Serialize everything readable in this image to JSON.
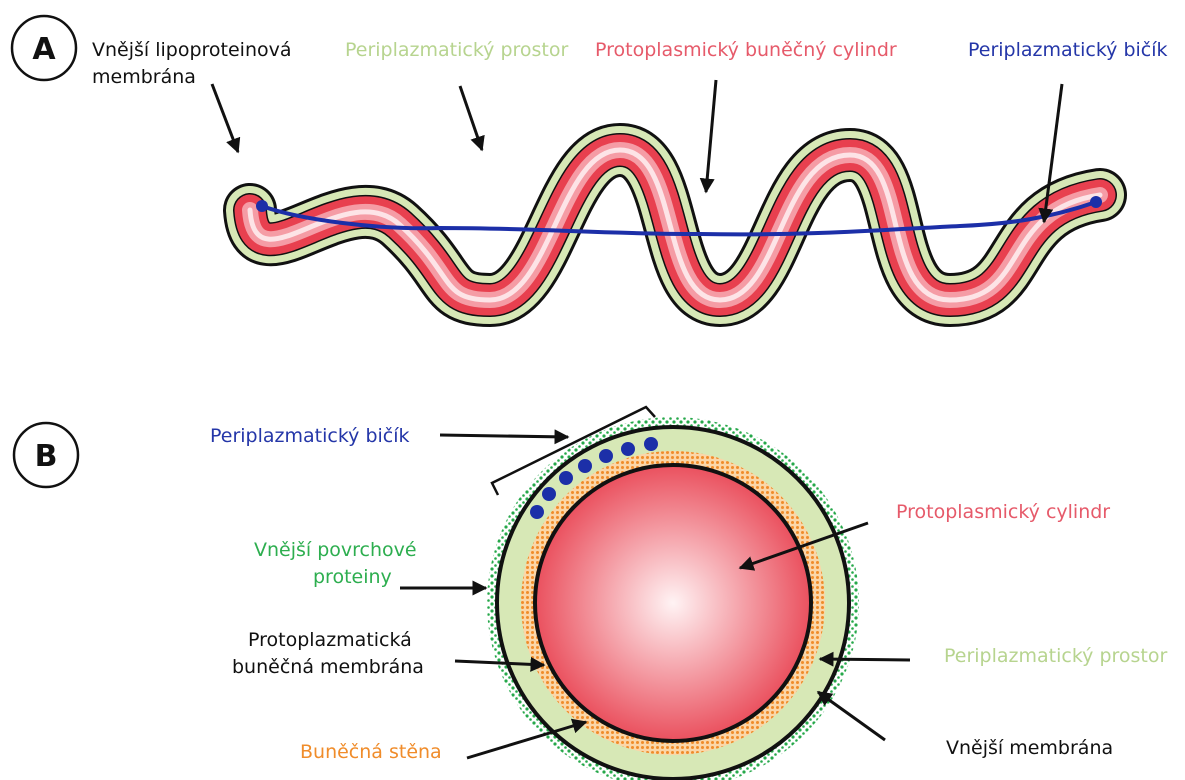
{
  "colors": {
    "cylinder": "#e8404f",
    "cylinder_light": "#fff3f4",
    "periplasm": "#d7e8b6",
    "flagellum": "#1c2fa8",
    "cell_wall": "#f7a24b",
    "surface_proteins": "#26a84a",
    "outline": "#111111",
    "label_black": "#111111",
    "label_green_light": "#b7d48f",
    "label_red": "#e65a6a",
    "label_blue": "#2436a8",
    "label_green": "#2dae4f",
    "label_orange": "#f08c2a"
  },
  "panel_a": {
    "letter": "A",
    "outer_membrane_line1": "Vnější lipoproteinová",
    "outer_membrane_line2": "membrána",
    "periplasmic_space": "Periplazmatický prostor",
    "protoplasmic_cylinder": "Protoplasmický buněčný cylindr",
    "periplasmic_flagellum": "Periplazmatický bičík"
  },
  "panel_b": {
    "letter": "B",
    "periplasmic_flagellum": "Periplazmatický bičík",
    "surface_proteins_line1": "Vnější povrchové",
    "surface_proteins_line2": "proteiny",
    "cytoplasmic_membrane_line1": "Protoplazmatická",
    "cytoplasmic_membrane_line2": "buněčná membrána",
    "cell_wall": "Buněčná stěna",
    "protoplasmic_cylinder": "Protoplasmický cylindr",
    "periplasmic_space": "Periplazmatický prostor",
    "outer_membrane": "Vnější membrána"
  }
}
